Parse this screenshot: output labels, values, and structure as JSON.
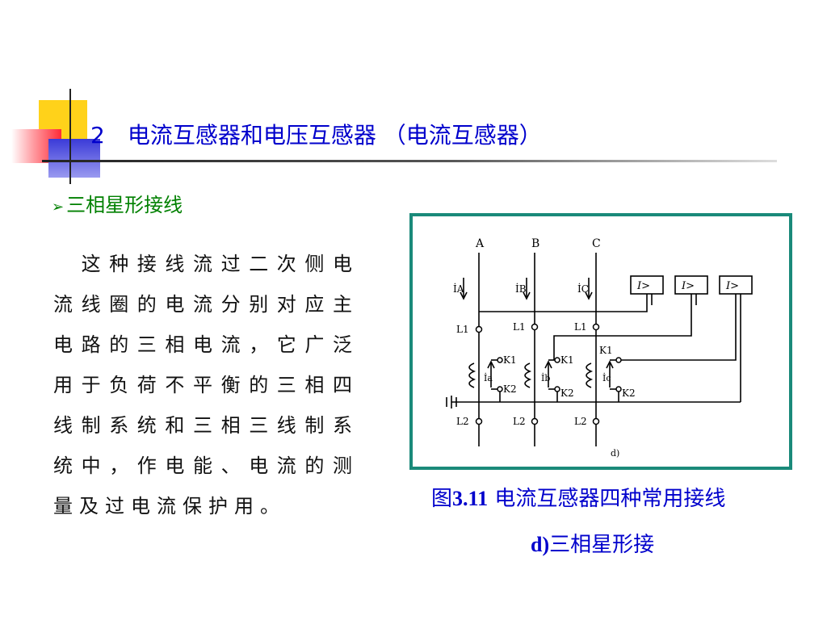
{
  "title": "2　电流互感器和电压互感器 （电流互感器）",
  "bullet": {
    "icon": "arrow-bullet-icon",
    "text": "三相星形接线"
  },
  "body_text": "　这种接线流过二次侧电流线圈的电流分别对应主电路的三相电流，它广泛用于负荷不平衡的三相四线制系统和三相三线制系统中，作电能、电流的测量及过电流保护用。",
  "figure": {
    "phases": [
      "A",
      "B",
      "C"
    ],
    "currents": [
      "İA",
      "İB",
      "İC"
    ],
    "secondary_currents": [
      "İa",
      "İb",
      "İc"
    ],
    "terminal_l1": "L1",
    "terminal_l2": "L2",
    "terminal_k1": "K1",
    "terminal_k2": "K2",
    "relay_label": "I>",
    "sub_label": "d)",
    "border_color": "#1a8a7a"
  },
  "caption": {
    "line1_prefix": "图",
    "line1_num": "3.11",
    "line1_rest": " 电流互感器四种常用接线",
    "line2_prefix": "d)",
    "line2_rest": "三相星形接"
  },
  "colors": {
    "title": "#0000cc",
    "bullet": "#008000",
    "caption": "#0000cc"
  }
}
